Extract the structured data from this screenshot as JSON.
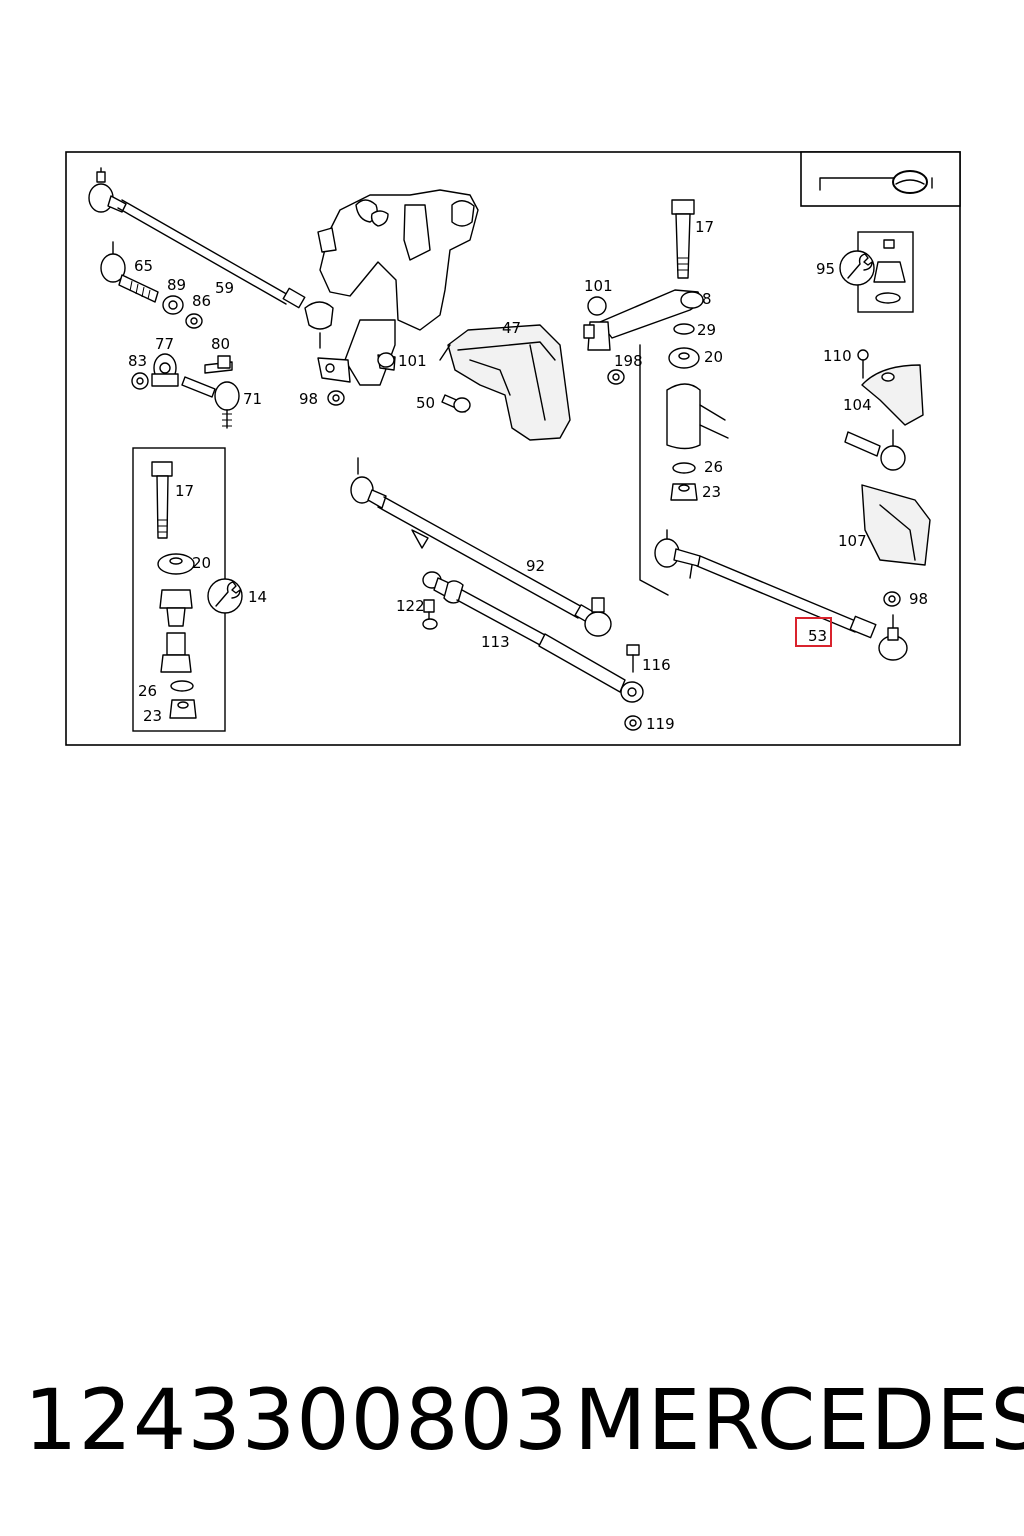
{
  "diagram": {
    "labels": {
      "l17a": "17",
      "l8": "8",
      "l29": "29",
      "l20a": "20",
      "l101a": "101",
      "l198": "198",
      "l26a": "26",
      "l23a": "23",
      "l95": "95",
      "l110": "110",
      "l104": "104",
      "l107": "107",
      "l98b": "98",
      "l53": "53",
      "l65": "65",
      "l89": "89",
      "l86": "86",
      "l59": "59",
      "l77": "77",
      "l80": "80",
      "l83": "83",
      "l71": "71",
      "l98a": "98",
      "l101b": "101",
      "l47": "47",
      "l50": "50",
      "l17b": "17",
      "l20b": "20",
      "l14": "14",
      "l26b": "26",
      "l23b": "23",
      "l92": "92",
      "l122": "122",
      "l113": "113",
      "l116": "116",
      "l119": "119"
    },
    "highlight": {
      "label": "53",
      "color": "#d9232d"
    }
  },
  "footer": {
    "part_number": "1243300803",
    "brand": "MERCEDES"
  }
}
